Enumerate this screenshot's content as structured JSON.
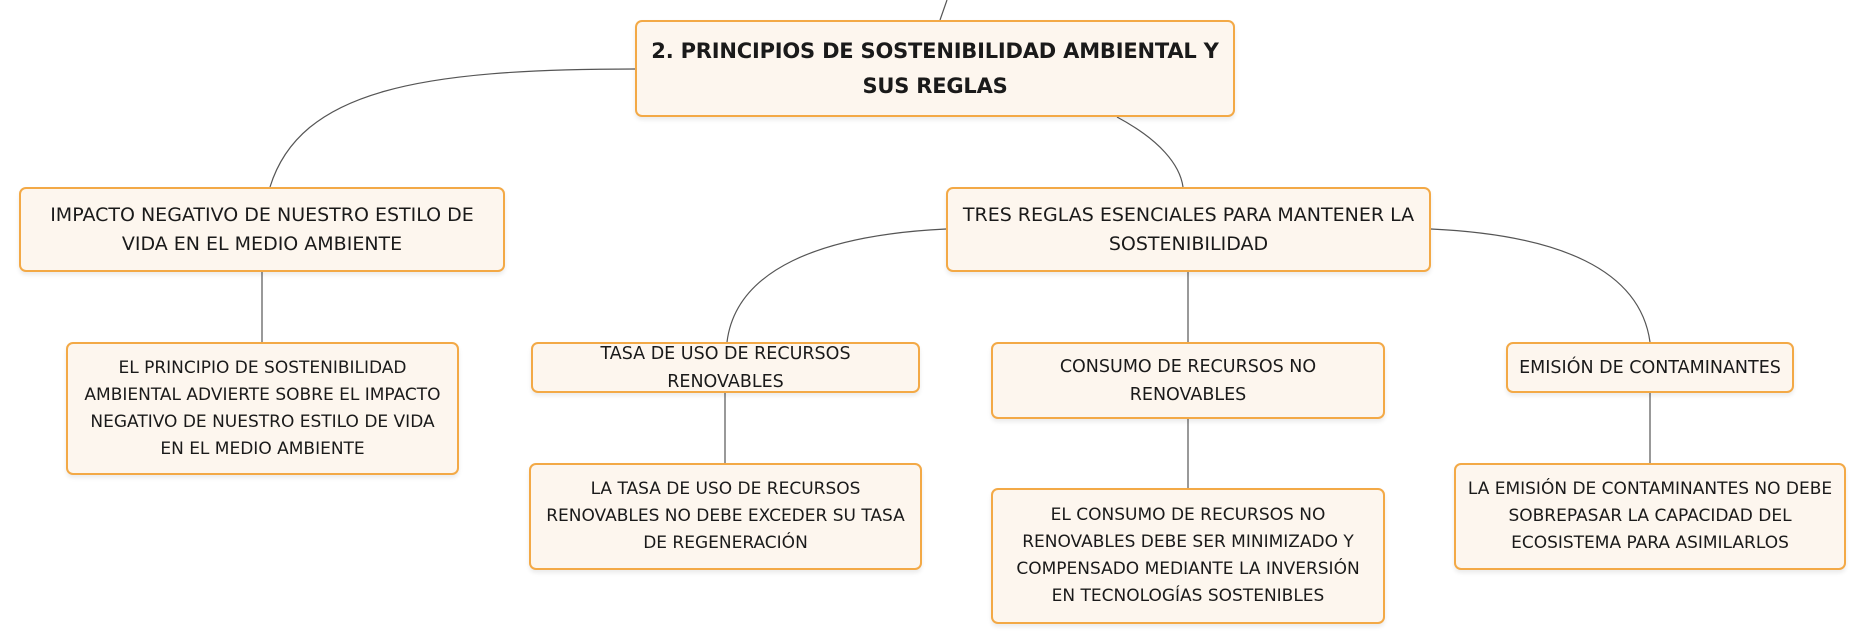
{
  "diagram": {
    "root": {
      "label": "2. PRINCIPIOS DE SOSTENIBILIDAD AMBIENTAL Y SUS REGLAS"
    },
    "impact": {
      "label": "IMPACTO NEGATIVO DE NUESTRO ESTILO DE VIDA EN EL MEDIO AMBIENTE",
      "detail": "EL PRINCIPIO DE SOSTENIBILIDAD AMBIENTAL ADVIERTE SOBRE EL IMPACTO NEGATIVO DE NUESTRO ESTILO DE VIDA EN EL MEDIO AMBIENTE"
    },
    "rules": {
      "label": "TRES REGLAS ESENCIALES PARA MANTENER LA SOSTENIBILIDAD",
      "items": [
        {
          "label": "TASA DE USO DE RECURSOS RENOVABLES",
          "detail": "LA TASA DE USO DE RECURSOS RENOVABLES NO DEBE EXCEDER SU TASA DE REGENERACIÓN"
        },
        {
          "label": "CONSUMO DE RECURSOS NO RENOVABLES",
          "detail": "EL CONSUMO DE RECURSOS NO RENOVABLES DEBE SER MINIMIZADO Y COMPENSADO MEDIANTE LA INVERSIÓN EN TECNOLOGÍAS SOSTENIBLES"
        },
        {
          "label": "EMISIÓN DE CONTAMINANTES",
          "detail": "LA EMISIÓN DE CONTAMINANTES NO DEBE SOBREPASAR LA CAPACIDAD DEL ECOSISTEMA PARA ASIMILARLOS"
        }
      ]
    }
  },
  "colors": {
    "node_border": "#f3a946",
    "node_fill": "#fdf6ee",
    "connector": "#555555",
    "text": "#1a1a1a"
  }
}
